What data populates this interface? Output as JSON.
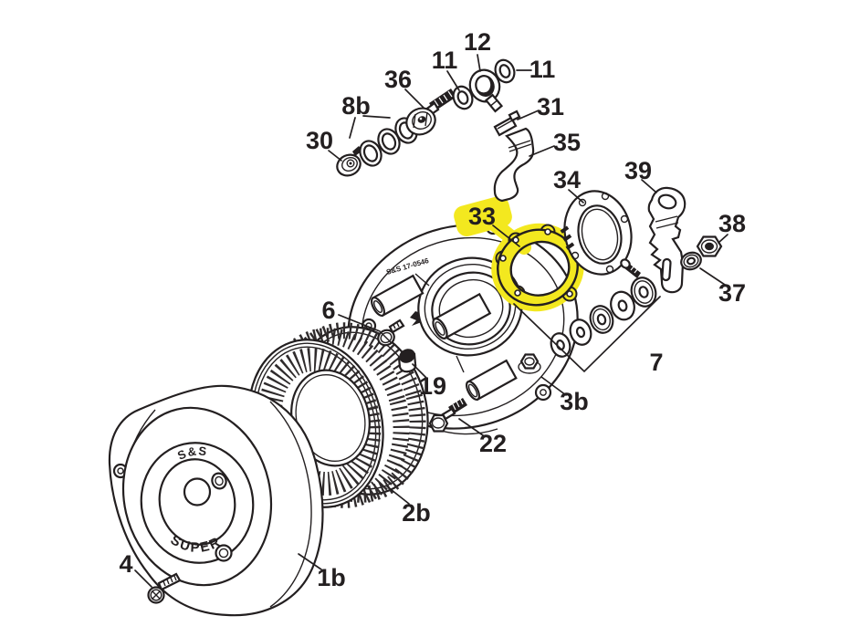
{
  "diagram": {
    "type": "exploded-parts-diagram",
    "ink_color": "#231f20",
    "highlight_color": "#f3e81f",
    "cover_markings": {
      "top": "S&S",
      "bottom": "SUPER"
    },
    "backplate_marking": "S&S 17-0546",
    "callouts": [
      {
        "text": "12",
        "highlighted": false
      },
      {
        "text": "11",
        "highlighted": false
      },
      {
        "text": "11",
        "highlighted": false
      },
      {
        "text": "36",
        "highlighted": false
      },
      {
        "text": "8b",
        "highlighted": false
      },
      {
        "text": "31",
        "highlighted": false
      },
      {
        "text": "35",
        "highlighted": false
      },
      {
        "text": "30",
        "highlighted": false
      },
      {
        "text": "34",
        "highlighted": false
      },
      {
        "text": "39",
        "highlighted": false
      },
      {
        "text": "33",
        "highlighted": true
      },
      {
        "text": "38",
        "highlighted": false
      },
      {
        "text": "37",
        "highlighted": false
      },
      {
        "text": "6",
        "highlighted": false
      },
      {
        "text": "7",
        "highlighted": false
      },
      {
        "text": "19",
        "highlighted": false
      },
      {
        "text": "3b",
        "highlighted": false
      },
      {
        "text": "22",
        "highlighted": false
      },
      {
        "text": "2b",
        "highlighted": false
      },
      {
        "text": "4",
        "highlighted": false
      },
      {
        "text": "1b",
        "highlighted": false
      }
    ]
  }
}
